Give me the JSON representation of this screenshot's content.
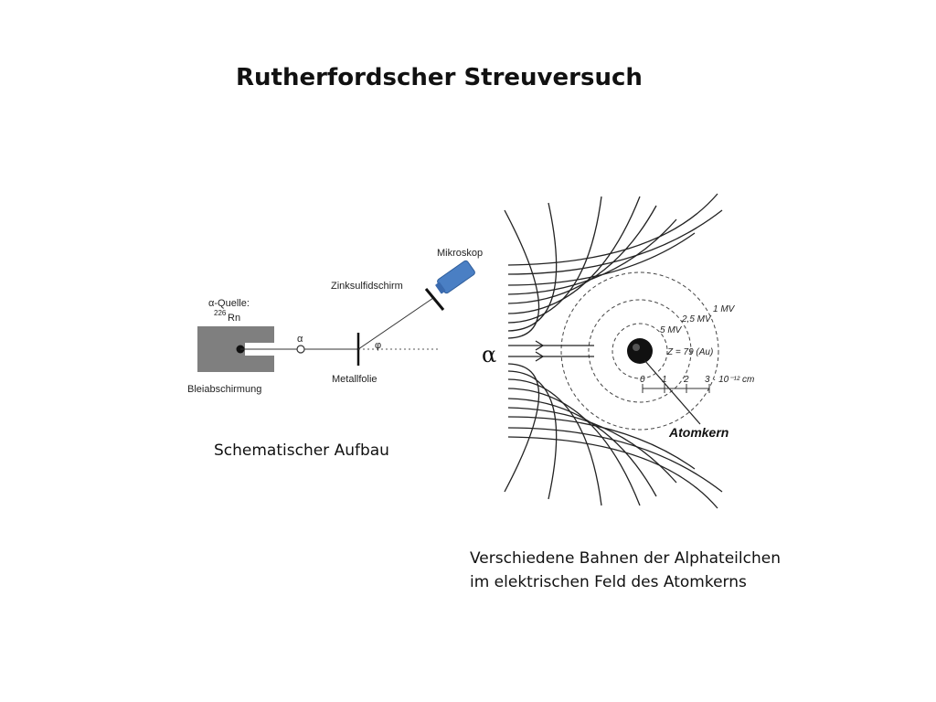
{
  "slide": {
    "title": "Rutherfordscher Streuversuch",
    "caption_setup": "Schematischer Aufbau",
    "caption_paths_line1": "Verschiedene Bahnen der Alphateilchen",
    "caption_paths_line2": "im elektrischen Feld des Atomkerns"
  },
  "setup_diagram": {
    "source_label": "α-Quelle:",
    "isotope_mass": "226",
    "isotope_symbol": "Rn",
    "shield_label": "Bleiabschirmung",
    "alpha_label": "α",
    "foil_label": "Metallfolie",
    "angle_label": "φ",
    "screen_label": "Zinksulfidschirm",
    "microscope_label": "Mikroskop",
    "colors": {
      "shield": "#7f7f7f",
      "microscope": "#4a7fc4"
    }
  },
  "scatter_diagram": {
    "alpha_label": "α",
    "energy_labels": [
      "1 MV",
      "2,5 MV",
      "5 MV"
    ],
    "charge_label": "Z = 79 (Au)",
    "scale_ticks": [
      "0",
      "1",
      "2",
      "3"
    ],
    "scale_unit": "· 10⁻¹² cm",
    "nucleus_label": "Atomkern"
  }
}
